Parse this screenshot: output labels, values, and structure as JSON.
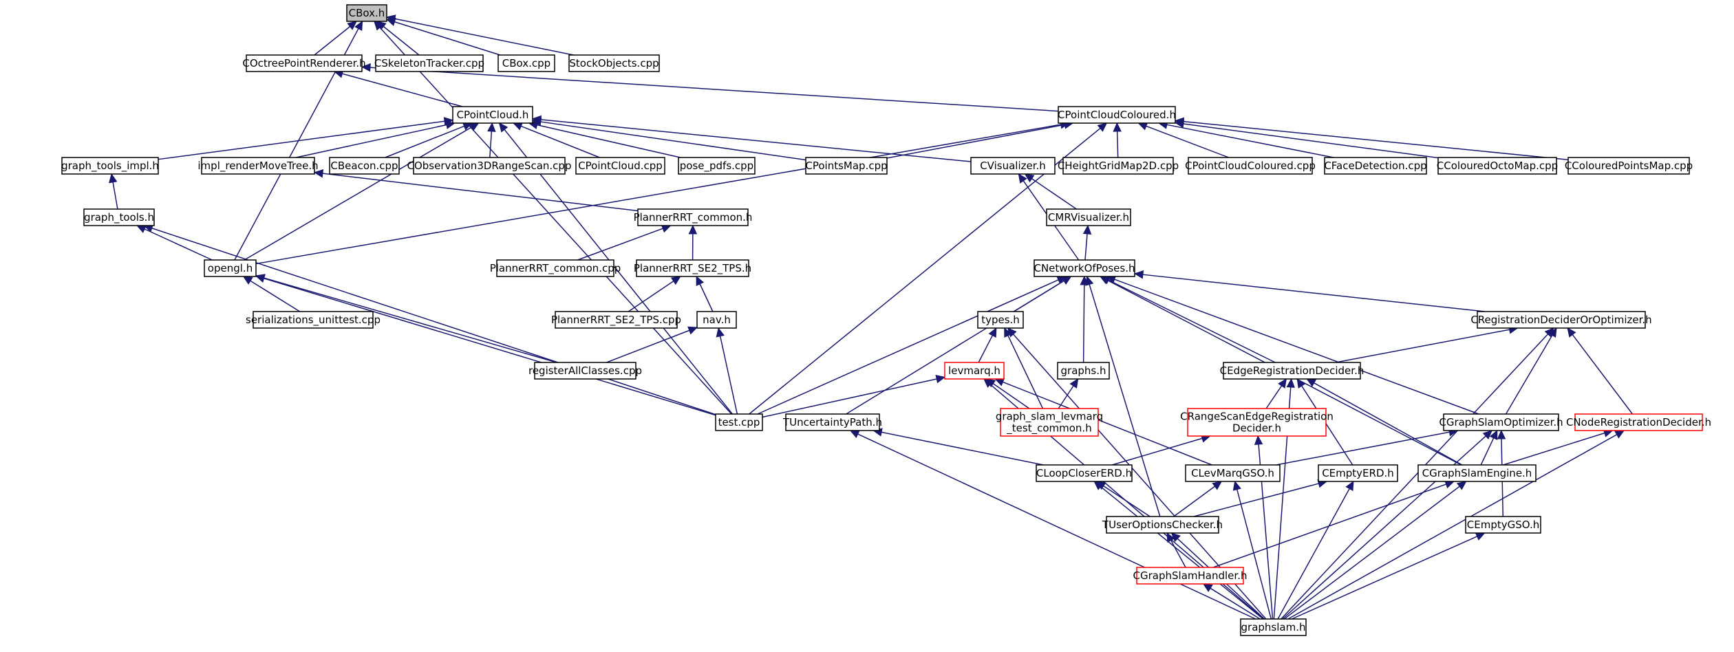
{
  "graph": {
    "nodes": [
      {
        "id": "cbox_h",
        "label": [
          "CBox.h"
        ],
        "style": "root",
        "link": false
      },
      {
        "id": "coctree",
        "label": [
          "COctreePointRenderer.h"
        ]
      },
      {
        "id": "cskeleton",
        "label": [
          "CSkeletonTracker.cpp"
        ]
      },
      {
        "id": "cbox_cpp",
        "label": [
          "CBox.cpp"
        ]
      },
      {
        "id": "stockobjects",
        "label": [
          "StockObjects.cpp"
        ]
      },
      {
        "id": "cpointcloud_h",
        "label": [
          "CPointCloud.h"
        ]
      },
      {
        "id": "cpcc_h",
        "label": [
          "CPointCloudColoured.h"
        ]
      },
      {
        "id": "gt_impl",
        "label": [
          "graph_tools_impl.h"
        ]
      },
      {
        "id": "impl_render",
        "label": [
          "impl_renderMoveTree.h"
        ]
      },
      {
        "id": "cbeacon",
        "label": [
          "CBeacon.cpp"
        ]
      },
      {
        "id": "cobs3d",
        "label": [
          "CObservation3DRangeScan.cpp"
        ]
      },
      {
        "id": "cpointcloud_cpp",
        "label": [
          "CPointCloud.cpp"
        ]
      },
      {
        "id": "pose_pdfs",
        "label": [
          "pose_pdfs.cpp"
        ]
      },
      {
        "id": "cpointsmap",
        "label": [
          "CPointsMap.cpp"
        ]
      },
      {
        "id": "cvisualizer",
        "label": [
          "CVisualizer.h"
        ]
      },
      {
        "id": "cheightgrid",
        "label": [
          "CHeightGridMap2D.cpp"
        ]
      },
      {
        "id": "cpcc_cpp",
        "label": [
          "CPointCloudColoured.cpp"
        ]
      },
      {
        "id": "cfacedet",
        "label": [
          "CFaceDetection.cpp"
        ]
      },
      {
        "id": "ccoloctomap",
        "label": [
          "CColouredOctoMap.cpp"
        ]
      },
      {
        "id": "ccolpointsmap",
        "label": [
          "CColouredPointsMap.cpp"
        ]
      },
      {
        "id": "graph_tools",
        "label": [
          "graph_tools.h"
        ]
      },
      {
        "id": "plannerrrt_common_h",
        "label": [
          "PlannerRRT_common.h"
        ]
      },
      {
        "id": "cmrvis",
        "label": [
          "CMRVisualizer.h"
        ]
      },
      {
        "id": "opengl",
        "label": [
          "opengl.h"
        ]
      },
      {
        "id": "plannerrrt_common_cpp",
        "label": [
          "PlannerRRT_common.cpp"
        ]
      },
      {
        "id": "plannerrrt_se2_h",
        "label": [
          "PlannerRRT_SE2_TPS.h"
        ]
      },
      {
        "id": "cnetwork",
        "label": [
          "CNetworkOfPoses.h"
        ]
      },
      {
        "id": "serial",
        "label": [
          "serializations_unittest.cpp"
        ]
      },
      {
        "id": "plannerrrt_se2_cpp",
        "label": [
          "PlannerRRT_SE2_TPS.cpp"
        ]
      },
      {
        "id": "nav",
        "label": [
          "nav.h"
        ]
      },
      {
        "id": "types",
        "label": [
          "types.h"
        ]
      },
      {
        "id": "creg_dec",
        "label": [
          "CRegistrationDeciderOrOptimizer.h"
        ]
      },
      {
        "id": "register",
        "label": [
          "registerAllClasses.cpp"
        ]
      },
      {
        "id": "levmarq",
        "label": [
          "levmarq.h"
        ],
        "style": "red"
      },
      {
        "id": "graphs_h",
        "label": [
          "graphs.h"
        ]
      },
      {
        "id": "cedgereg",
        "label": [
          "CEdgeRegistrationDecider.h"
        ]
      },
      {
        "id": "testcpp",
        "label": [
          "test.cpp"
        ]
      },
      {
        "id": "tuncert",
        "label": [
          "TUncertaintyPath.h"
        ]
      },
      {
        "id": "gsl_test",
        "label": [
          "graph_slam_levmarq",
          "_test_common.h"
        ],
        "style": "red"
      },
      {
        "id": "crangescan",
        "label": [
          "CRangeScanEdgeRegistration",
          "Decider.h"
        ],
        "style": "red"
      },
      {
        "id": "cgso",
        "label": [
          "CGraphSlamOptimizer.h"
        ]
      },
      {
        "id": "cnodereg",
        "label": [
          "CNodeRegistrationDecider.h"
        ],
        "style": "red"
      },
      {
        "id": "cloopcloser",
        "label": [
          "CLoopCloserERD.h"
        ]
      },
      {
        "id": "clevmarqgso",
        "label": [
          "CLevMarqGSO.h"
        ]
      },
      {
        "id": "cemptyerd",
        "label": [
          "CEmptyERD.h"
        ]
      },
      {
        "id": "cgse",
        "label": [
          "CGraphSlamEngine.h"
        ]
      },
      {
        "id": "tuser",
        "label": [
          "TUserOptionsChecker.h"
        ]
      },
      {
        "id": "cemptygso",
        "label": [
          "CEmptyGSO.h"
        ]
      },
      {
        "id": "cgshandler",
        "label": [
          "CGraphSlamHandler.h"
        ],
        "style": "red"
      },
      {
        "id": "graphslam",
        "label": [
          "graphslam.h"
        ]
      }
    ],
    "edges": [
      [
        "coctree",
        "cbox_h"
      ],
      [
        "cskeleton",
        "cbox_h"
      ],
      [
        "cbox_cpp",
        "cbox_h"
      ],
      [
        "stockobjects",
        "cbox_h"
      ],
      [
        "opengl",
        "cbox_h"
      ],
      [
        "testcpp",
        "cbox_h"
      ],
      [
        "cpointcloud_h",
        "coctree"
      ],
      [
        "cpcc_h",
        "coctree"
      ],
      [
        "gt_impl",
        "cpointcloud_h"
      ],
      [
        "impl_render",
        "cpointcloud_h"
      ],
      [
        "cbeacon",
        "cpointcloud_h"
      ],
      [
        "cobs3d",
        "cpointcloud_h"
      ],
      [
        "cpointcloud_cpp",
        "cpointcloud_h"
      ],
      [
        "pose_pdfs",
        "cpointcloud_h"
      ],
      [
        "cpointsmap",
        "cpointcloud_h"
      ],
      [
        "cvisualizer",
        "cpointcloud_h"
      ],
      [
        "opengl",
        "cpointcloud_h"
      ],
      [
        "testcpp",
        "cpointcloud_h"
      ],
      [
        "cpointsmap",
        "cpcc_h"
      ],
      [
        "cheightgrid",
        "cpcc_h"
      ],
      [
        "cpcc_cpp",
        "cpcc_h"
      ],
      [
        "cfacedet",
        "cpcc_h"
      ],
      [
        "ccoloctomap",
        "cpcc_h"
      ],
      [
        "ccolpointsmap",
        "cpcc_h"
      ],
      [
        "opengl",
        "cpcc_h"
      ],
      [
        "testcpp",
        "cpcc_h"
      ],
      [
        "graph_tools",
        "gt_impl"
      ],
      [
        "opengl",
        "graph_tools"
      ],
      [
        "testcpp",
        "graph_tools"
      ],
      [
        "plannerrrt_common_h",
        "impl_render"
      ],
      [
        "plannerrrt_common_cpp",
        "plannerrrt_common_h"
      ],
      [
        "plannerrrt_se2_h",
        "plannerrrt_common_h"
      ],
      [
        "plannerrrt_se2_cpp",
        "plannerrrt_se2_h"
      ],
      [
        "nav",
        "plannerrrt_se2_h"
      ],
      [
        "register",
        "nav"
      ],
      [
        "testcpp",
        "nav"
      ],
      [
        "serial",
        "opengl"
      ],
      [
        "register",
        "opengl"
      ],
      [
        "testcpp",
        "opengl"
      ],
      [
        "cmrvis",
        "cvisualizer"
      ],
      [
        "cnetwork",
        "cvisualizer"
      ],
      [
        "cnetwork",
        "cmrvis"
      ],
      [
        "types",
        "cnetwork"
      ],
      [
        "graphs_h",
        "cnetwork"
      ],
      [
        "cedgereg",
        "cnetwork"
      ],
      [
        "testcpp",
        "cnetwork"
      ],
      [
        "tuncert",
        "cnetwork"
      ],
      [
        "creg_dec",
        "cnetwork"
      ],
      [
        "tuser",
        "cnetwork"
      ],
      [
        "cgso",
        "cnetwork"
      ],
      [
        "cgse",
        "cnetwork"
      ],
      [
        "levmarq",
        "types"
      ],
      [
        "gsl_test",
        "types"
      ],
      [
        "graphslam",
        "types"
      ],
      [
        "gsl_test",
        "levmarq"
      ],
      [
        "testcpp",
        "levmarq"
      ],
      [
        "graphslam",
        "levmarq"
      ],
      [
        "clevmarqgso",
        "levmarq"
      ],
      [
        "gsl_test",
        "graphs_h"
      ],
      [
        "cedgereg",
        "creg_dec"
      ],
      [
        "cgso",
        "creg_dec"
      ],
      [
        "cnodereg",
        "creg_dec"
      ],
      [
        "graphslam",
        "creg_dec"
      ],
      [
        "crangescan",
        "cedgereg"
      ],
      [
        "cemptyerd",
        "cedgereg"
      ],
      [
        "cgse",
        "cedgereg"
      ],
      [
        "graphslam",
        "cedgereg"
      ],
      [
        "cloopcloser",
        "crangescan"
      ],
      [
        "graphslam",
        "crangescan"
      ],
      [
        "cloopcloser",
        "tuncert"
      ],
      [
        "graphslam",
        "tuncert"
      ],
      [
        "clevmarqgso",
        "cgso"
      ],
      [
        "cgse",
        "cgso"
      ],
      [
        "cemptygso",
        "cgso"
      ],
      [
        "graphslam",
        "cgso"
      ],
      [
        "cgse",
        "cnodereg"
      ],
      [
        "graphslam",
        "cnodereg"
      ],
      [
        "tuser",
        "cloopcloser"
      ],
      [
        "graphslam",
        "cloopcloser"
      ],
      [
        "tuser",
        "clevmarqgso"
      ],
      [
        "graphslam",
        "clevmarqgso"
      ],
      [
        "tuser",
        "cemptyerd"
      ],
      [
        "graphslam",
        "cemptyerd"
      ],
      [
        "cgshandler",
        "cgse"
      ],
      [
        "graphslam",
        "cgse"
      ],
      [
        "cgshandler",
        "tuser"
      ],
      [
        "graphslam",
        "tuser"
      ],
      [
        "graphslam",
        "cemptygso"
      ],
      [
        "graphslam",
        "cgshandler"
      ]
    ],
    "colors": {
      "edge": "#191970",
      "box_border": "#000000",
      "highlight_border": "#ff0000",
      "root_fill": "#bfbfbf",
      "background": "#ffffff"
    }
  }
}
